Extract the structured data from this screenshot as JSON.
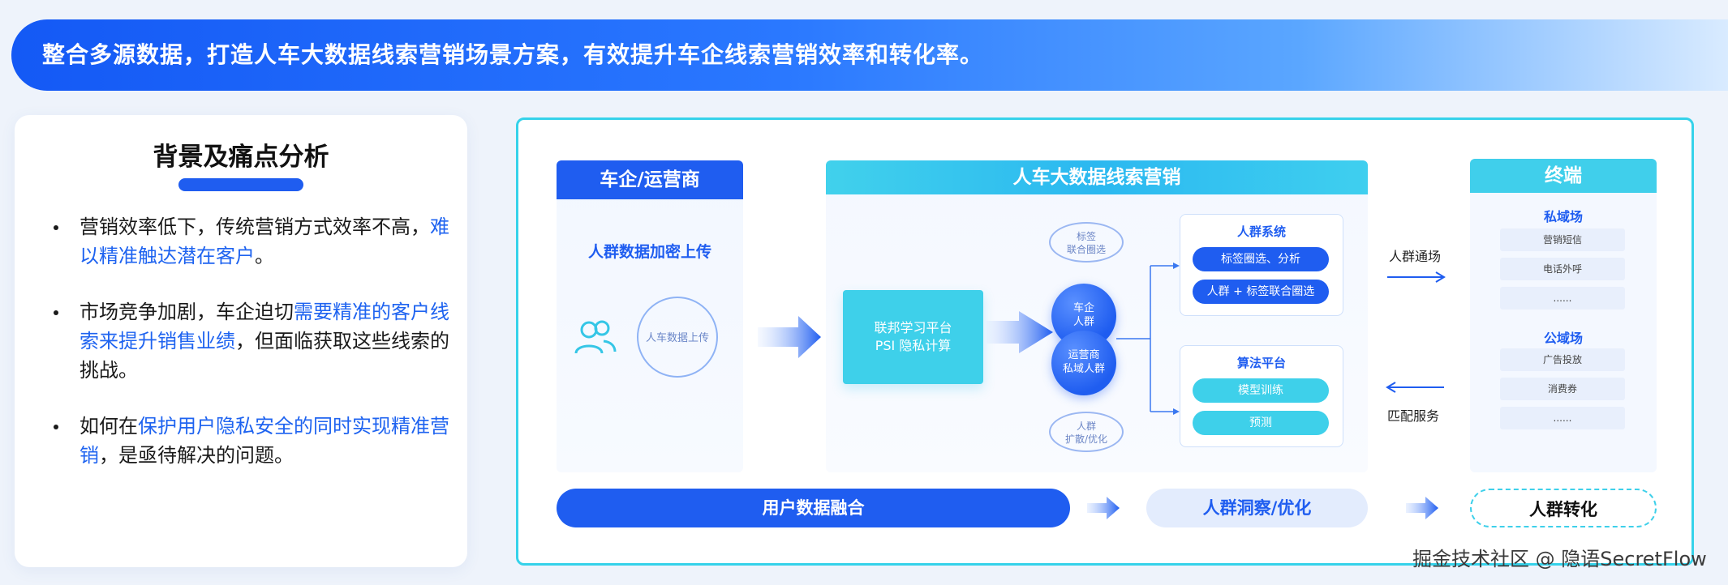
{
  "banner": {
    "text": "整合多源数据，打造人车大数据线索营销场景方案，有效提升车企线索营销效率和转化率。"
  },
  "left_panel": {
    "title": "背景及痛点分析",
    "points": [
      {
        "plain_before": "营销效率低下，传统营销方式效率不高，",
        "highlight": "难以精准触达潜在客户",
        "plain_after": "。"
      },
      {
        "plain_before": "市场竞争加剧，车企迫切",
        "highlight": "需要精准的客户线索来提升销售业绩",
        "plain_after": "，但面临获取这些线索的挑战。"
      },
      {
        "plain_before": "如何在",
        "highlight": "保护用户隐私安全的同时实现精准营销",
        "plain_after": "，是亟待解决的问题。"
      }
    ]
  },
  "diagram": {
    "col1": {
      "header": "车企/运营商",
      "subtitle": "人群数据加密上传",
      "circle_label": "人车数据上传"
    },
    "col2": {
      "header": "人车大数据线索营销",
      "fed_line1": "联邦学习平台",
      "fed_line2": "PSI 隐私计算",
      "oval_top_line1": "标签",
      "oval_top_line2": "联合圈选",
      "ball_top_line1": "车企",
      "ball_top_line2": "人群",
      "ball_bottom_line1": "运营商",
      "ball_bottom_line2": "私域人群",
      "oval_bottom_line1": "人群",
      "oval_bottom_line2": "扩散/优化",
      "crowd_system": {
        "title": "人群系统",
        "pills": [
          "标签圈选、分析",
          "人群 + 标签联合圈选"
        ]
      },
      "algo_platform": {
        "title": "算法平台",
        "pills": [
          "模型训练",
          "预测"
        ]
      }
    },
    "arrow_labels": {
      "crowd_flow": "人群通场",
      "match_service": "匹配服务"
    },
    "col3": {
      "header": "终端",
      "private_title": "私域场",
      "private_items": [
        "营销短信",
        "电话外呼",
        "......"
      ],
      "public_title": "公域场",
      "public_items": [
        "广告投放",
        "消费券",
        "......"
      ]
    },
    "bottom": {
      "fusion": "用户数据融合",
      "insight": "人群洞察/优化",
      "conversion": "人群转化"
    }
  },
  "watermark": "掘金技术社区 @ 隐语SecretFlow",
  "colors": {
    "primary_blue": "#1f5df0",
    "cyan": "#3ed0ea",
    "highlight_text": "#1e63f0"
  }
}
